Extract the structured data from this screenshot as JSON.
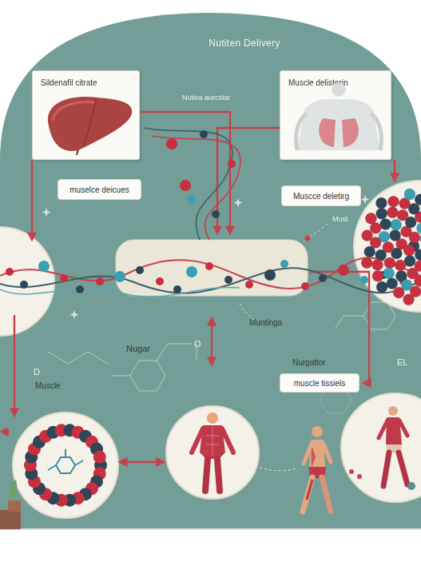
{
  "diagram": {
    "title": "Nutiten Delivery",
    "nodes": [
      {
        "text": [
          "Sildenafil citrate"
        ]
      },
      {
        "text": [
          "Muscle delisterin"
        ]
      },
      {
        "text": [
          "muselce deicues"
        ]
      },
      {
        "text": [
          "Muscce deletirg"
        ]
      },
      {
        "text": [
          "muscle tissiels"
        ]
      }
    ],
    "labels": [
      "Nutiva aurcstar",
      "Must",
      "Muntinga",
      "O",
      "Nugar",
      "Nurgattor",
      "EL",
      "D",
      "Muscle"
    ]
  }
}
